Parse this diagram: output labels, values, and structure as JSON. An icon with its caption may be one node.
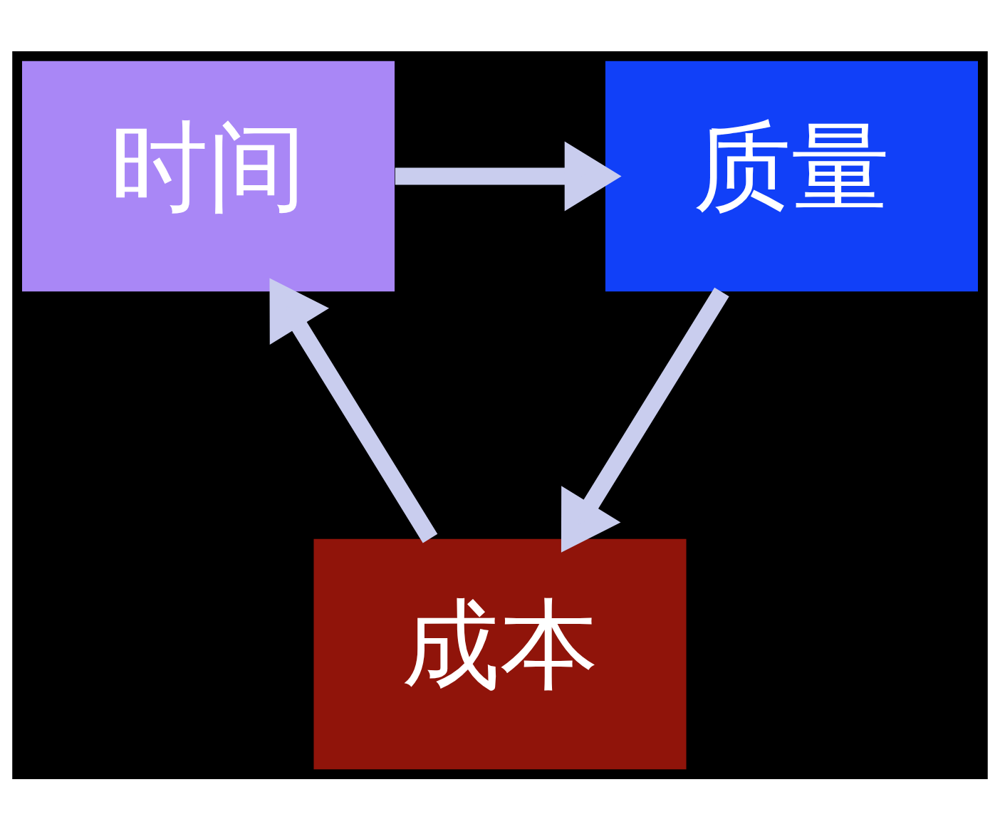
{
  "diagram": {
    "nodes": [
      {
        "text": [
          "时间"
        ]
      },
      {
        "text": [
          "质量"
        ]
      },
      {
        "text": [
          "成本"
        ]
      }
    ],
    "edges": [
      {
        "from": 0,
        "to": 1,
        "arrow": "to"
      },
      {
        "from": 1,
        "to": 2,
        "arrow": "to"
      },
      {
        "from": 2,
        "to": 0,
        "arrow": "to"
      }
    ]
  }
}
